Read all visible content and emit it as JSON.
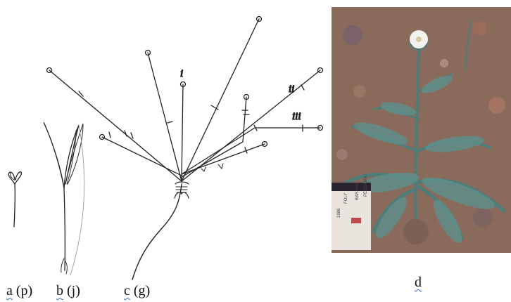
{
  "panels": [
    {
      "id": "a",
      "letter": "a",
      "note": "(p)"
    },
    {
      "id": "b",
      "letter": "b",
      "note": "(j)"
    },
    {
      "id": "c",
      "letter": "c",
      "note": "(g)"
    },
    {
      "id": "d",
      "letter": "d",
      "note": ""
    }
  ],
  "branch_marks": [
    "i",
    "ii",
    "iii"
  ],
  "photo": {
    "box_lines": [
      "PENDAMA",
      "BARAKA",
      "FOLY",
      "1986"
    ],
    "colors": {
      "soil": "#8a6a5a",
      "leaf": "#5f8f8a",
      "flower": "#f4f2ee"
    }
  }
}
